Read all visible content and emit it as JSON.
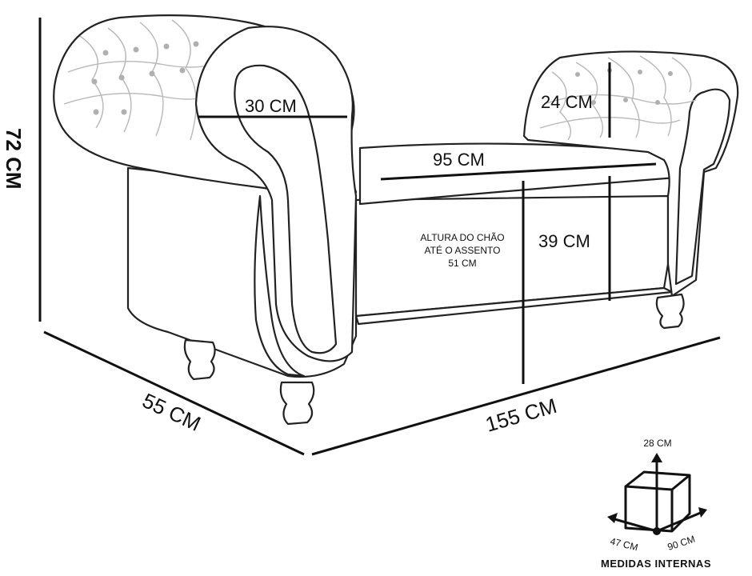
{
  "diagram": {
    "height_label": "72 CM",
    "depth_label": "55 CM",
    "width_label": "155 CM",
    "arm_label": "30 CM",
    "backrest_label": "24 CM",
    "seat_width_label": "95 CM",
    "seat_depth_label": "39 CM",
    "floor_note": {
      "line1": "ALTURA DO CHÃO",
      "line2": "ATÉ O ASSENTO",
      "line3": "51 CM"
    }
  },
  "internal_box": {
    "height_label": "28 CM",
    "depth_label": "47 CM",
    "width_label": "90 CM",
    "caption": "MEDIDAS INTERNAS"
  },
  "colors": {
    "line": "#111111",
    "outline": "#222222",
    "tufting": "#b8b8b8"
  }
}
